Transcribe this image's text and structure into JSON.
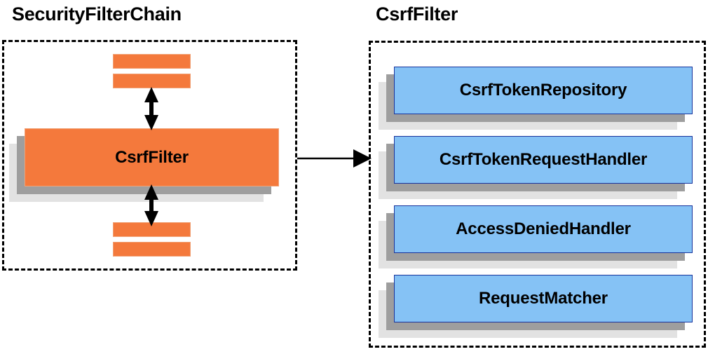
{
  "diagram": {
    "type": "architecture-diagram",
    "background_color": "#ffffff",
    "groups": [
      {
        "id": "security-filter-chain",
        "title": "SecurityFilterChain",
        "border_style": "dashed",
        "border_color": "#000000",
        "nodes": [
          {
            "label": "",
            "kind": "unlabeled-filter-slab",
            "color": "#f4793c"
          },
          {
            "label": "",
            "kind": "unlabeled-filter-slab",
            "color": "#f4793c"
          },
          {
            "label": "CsrfFilter",
            "kind": "stacked-box",
            "color": "#f4793c"
          },
          {
            "label": "",
            "kind": "unlabeled-filter-slab",
            "color": "#f4793c"
          },
          {
            "label": "",
            "kind": "unlabeled-filter-slab",
            "color": "#f4793c"
          }
        ]
      },
      {
        "id": "csrf-filter",
        "title": "CsrfFilter",
        "border_style": "dashed",
        "border_color": "#000000",
        "nodes": [
          {
            "label": "CsrfTokenRepository",
            "kind": "stacked-box",
            "color": "#85c2f5"
          },
          {
            "label": "CsrfTokenRequestHandler",
            "kind": "stacked-box",
            "color": "#85c2f5"
          },
          {
            "label": "AccessDeniedHandler",
            "kind": "stacked-box",
            "color": "#85c2f5"
          },
          {
            "label": "RequestMatcher",
            "kind": "stacked-box",
            "color": "#85c2f5"
          }
        ]
      }
    ],
    "connectors": [
      {
        "id": "chain-up",
        "from": "CsrfFilter",
        "to": "preceding-filters",
        "style": "double-headed-vertical",
        "color": "#000000"
      },
      {
        "id": "chain-down",
        "from": "CsrfFilter",
        "to": "following-filters",
        "style": "double-headed-vertical",
        "color": "#000000"
      },
      {
        "id": "expand",
        "from": "SecurityFilterChain",
        "to": "CsrfFilter",
        "style": "single-headed-horizontal",
        "color": "#000000"
      }
    ],
    "colors": {
      "orange_fill": "#f4793c",
      "orange_border": "#f0a277",
      "blue_fill": "#85c2f5",
      "blue_border": "#17339c",
      "shadow_near": "#9e9e9e",
      "shadow_far": "#e2e2e2",
      "text": "#000000"
    }
  }
}
